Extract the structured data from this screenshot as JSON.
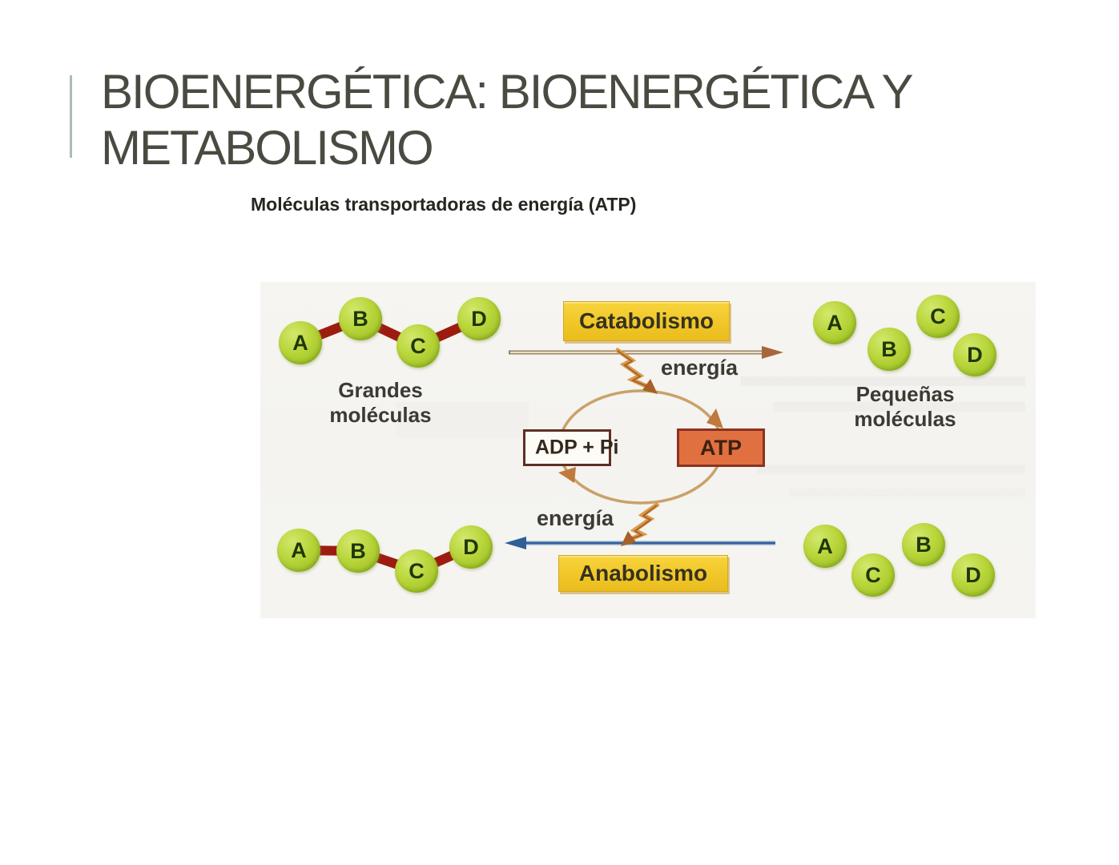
{
  "slide": {
    "title": {
      "line1": "BIOENERGÉTICA: BIOENERGÉTICA Y",
      "line2": "METABOLISMO"
    },
    "subtitle": "Moléculas transportadoras de energía (ATP)"
  },
  "diagram": {
    "process_labels": {
      "catabolism": "Catabolismo",
      "anabolism": "Anabolismo",
      "energy_top": "energía",
      "energy_bottom": "energía",
      "adp": "ADP + Pi",
      "atp": "ATP"
    },
    "molecule_labels": {
      "large": {
        "line1": "Grandes",
        "line2": "moléculas"
      },
      "small": {
        "line1": "Pequeñas",
        "line2": "moléculas"
      }
    },
    "molecules": {
      "large_top": [
        "A",
        "B",
        "C",
        "D"
      ],
      "small_top": [
        "A",
        "B",
        "C",
        "D"
      ],
      "large_bottom": [
        "A",
        "B",
        "C",
        "D"
      ],
      "small_bottom": [
        "A",
        "B",
        "C",
        "D"
      ]
    },
    "colors": {
      "molecule_green": "#b4d334",
      "bond_red": "#9c1c10",
      "process_yellow": "#f0c527",
      "atp_orange": "#e17040",
      "cycle_tan": "#c9a269",
      "anabolism_blue": "#2f5e99",
      "title_gray": "#4b4a41",
      "accent_teal": "#a9bdb7"
    }
  }
}
